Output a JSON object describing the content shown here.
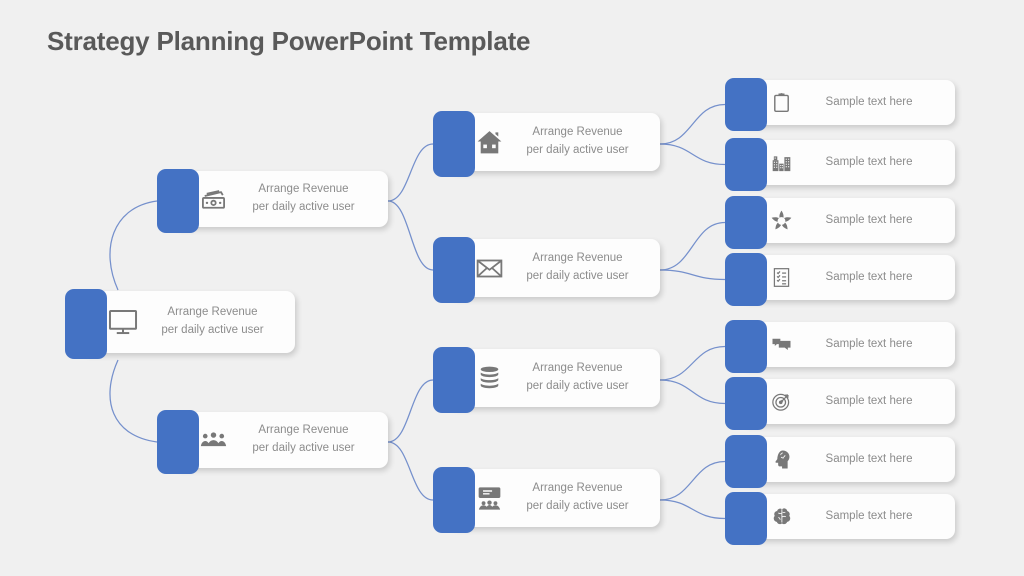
{
  "title": "Strategy Planning PowerPoint Template",
  "colors": {
    "background": "#F0F0F0",
    "card": "#FDFDFD",
    "accent_blue": "#4472C4",
    "connector_blue": "#7590CC",
    "title_text": "#595959",
    "body_text": "#8C8C8C",
    "icon_gray": "#787878"
  },
  "nodes": [
    {
      "id": "root",
      "icon": "monitor-icon",
      "line1": "Arrange Revenue",
      "line2": "per daily active user"
    },
    {
      "id": "finance",
      "icon": "money-icon",
      "line1": "Arrange Revenue",
      "line2": "per daily active user"
    },
    {
      "id": "team",
      "icon": "people-icon",
      "line1": "Arrange Revenue",
      "line2": "per daily active user"
    },
    {
      "id": "home",
      "icon": "home-icon",
      "line1": "Arrange Revenue",
      "line2": "per daily active user"
    },
    {
      "id": "mail",
      "icon": "envelope-icon",
      "line1": "Arrange Revenue",
      "line2": "per daily active user"
    },
    {
      "id": "database",
      "icon": "database-icon",
      "line1": "Arrange Revenue",
      "line2": "per daily active user"
    },
    {
      "id": "presentation",
      "icon": "presentation-icon",
      "line1": "Arrange Revenue",
      "line2": "per daily active user"
    },
    {
      "id": "clipboard",
      "icon": "clipboard-icon",
      "line1": "Sample text here"
    },
    {
      "id": "city",
      "icon": "buildings-icon",
      "line1": "Sample text here"
    },
    {
      "id": "hands",
      "icon": "hands-star-icon",
      "line1": "Sample text here"
    },
    {
      "id": "tasks",
      "icon": "checklist-icon",
      "line1": "Sample text here"
    },
    {
      "id": "chat",
      "icon": "chat-bubbles-icon",
      "line1": "Sample text here"
    },
    {
      "id": "goal",
      "icon": "target-icon",
      "line1": "Sample text here"
    },
    {
      "id": "mind",
      "icon": "head-brain-icon",
      "line1": "Sample text here"
    },
    {
      "id": "brain",
      "icon": "brain-icon",
      "line1": "Sample text here"
    }
  ]
}
